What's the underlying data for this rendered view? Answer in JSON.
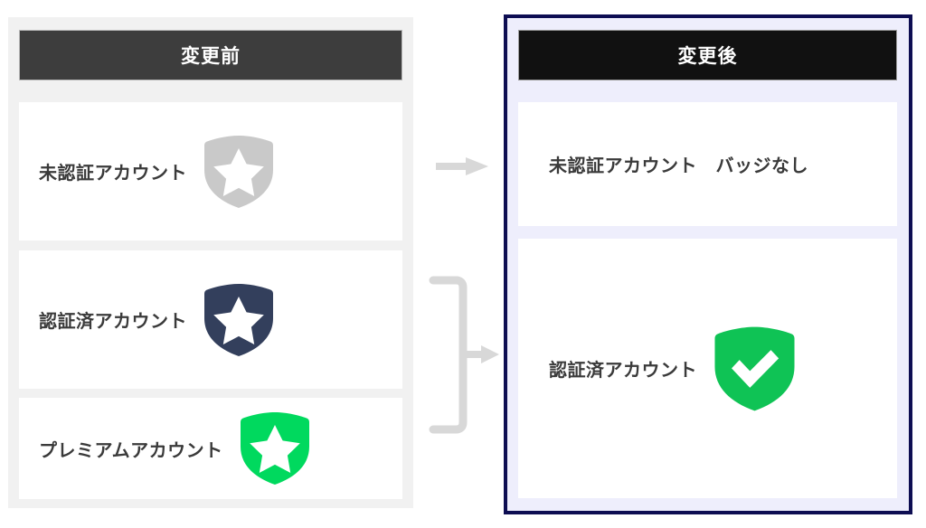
{
  "diagram": {
    "title_before": "変更前",
    "title_after": "変更後",
    "colors": {
      "panel_before_bg": "#f1f1f1",
      "panel_after_bg": "#eeeefc",
      "header_before_bg": "#3d3d3d",
      "header_after_bg": "#111111",
      "after_panel_border": "#0d0d52",
      "row_bg": "#ffffff",
      "label_text": "#3a3a3a",
      "header_text": "#ffffff",
      "shield_gray": "#c9c9c9",
      "shield_navy": "#333f5c",
      "shield_green_star": "#00d95e",
      "shield_green_check": "#0fc355",
      "connector_gray": "#d8d8d8"
    }
  },
  "before_panel": {
    "header_label": "変更前",
    "rows": [
      {
        "label": "未認証アカウント",
        "badge": "shield-star-gray-icon"
      },
      {
        "label": "認証済アカウント",
        "badge": "shield-star-navy-icon"
      },
      {
        "label": "プレミアムアカウント",
        "badge": "shield-star-green-icon"
      }
    ]
  },
  "after_panel": {
    "header_label": "変更後",
    "rows": [
      {
        "label": "未認証アカウント　バッジなし",
        "badge": "none"
      },
      {
        "label": "認証済アカウント",
        "badge": "shield-check-green-icon"
      }
    ]
  },
  "connectors": [
    {
      "name": "arrow-unverified",
      "type": "arrow"
    },
    {
      "name": "bracket-merge",
      "type": "bracket"
    },
    {
      "name": "arrow-verified",
      "type": "arrow"
    }
  ]
}
